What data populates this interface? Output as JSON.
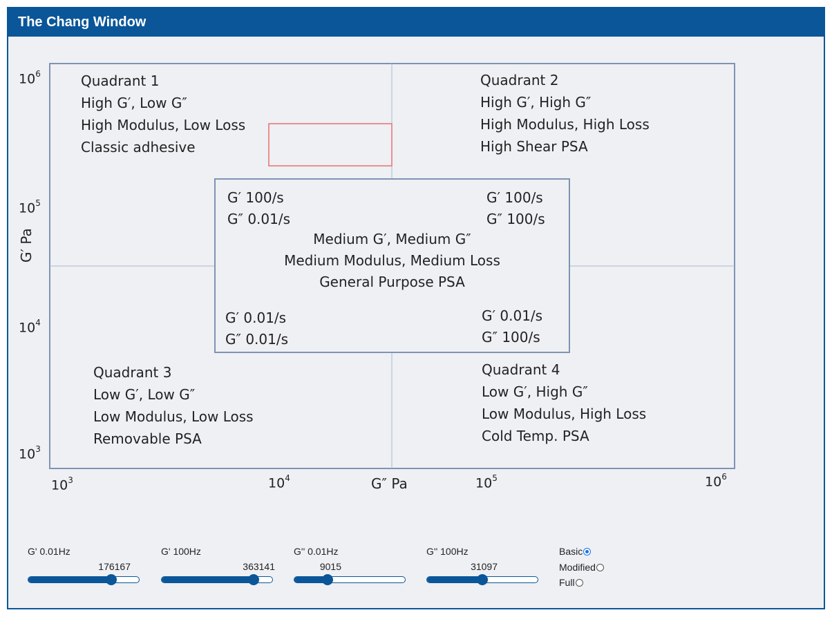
{
  "window": {
    "title": "The Chang Window"
  },
  "chart_data": {
    "type": "diagram",
    "x_axis": {
      "label": "G″ Pa",
      "ticks": [
        "10",
        "10",
        "10",
        "10"
      ],
      "exponents": [
        "3",
        "4",
        "5",
        "6"
      ],
      "scale": "log",
      "range": [
        1000,
        1000000
      ]
    },
    "y_axis": {
      "label": "G′ Pa",
      "ticks": [
        "10",
        "10",
        "10",
        "10"
      ],
      "exponents": [
        "6",
        "5",
        "4",
        "3"
      ],
      "scale": "log",
      "range": [
        1000,
        1000000
      ]
    },
    "quadrants": [
      {
        "lines": [
          "Quadrant 1",
          "High G′, Low G″",
          "High Modulus, Low Loss",
          "Classic adhesive"
        ]
      },
      {
        "lines": [
          "Quadrant 2",
          "High G′, High G″",
          "High Modulus, High Loss",
          "High Shear PSA"
        ]
      },
      {
        "lines": [
          "Quadrant 3",
          "Low G′, Low G″",
          "Low Modulus, Low Loss",
          "Removable PSA"
        ]
      },
      {
        "lines": [
          "Quadrant 4",
          "Low G′, High G″",
          "Low Modulus, High Loss",
          "Cold Temp. PSA"
        ]
      }
    ],
    "center_box": {
      "top_left": [
        "G′ 100/s",
        "G″ 0.01/s"
      ],
      "top_right": [
        "G′ 100/s",
        "G″ 100/s"
      ],
      "middle": [
        "Medium G′, Medium G″",
        "Medium Modulus, Medium Loss",
        "General Purpose PSA"
      ],
      "bottom_left": [
        "G′ 0.01/s",
        "G″ 0.01/s"
      ],
      "bottom_right": [
        "G′ 0.01/s",
        "G″ 100/s"
      ]
    },
    "window_rect": {
      "g1_001": 176167,
      "g1_100": 363141,
      "g2_001": 9015,
      "g2_100": 31097,
      "color": "#e8706e"
    }
  },
  "controls": {
    "sliders": [
      {
        "label": "G' 0.01Hz",
        "value": "176167",
        "fraction": 0.75
      },
      {
        "label": "G' 100Hz",
        "value": "363141",
        "fraction": 0.83
      },
      {
        "label": "G'' 0.01Hz",
        "value": "9015",
        "fraction": 0.3
      },
      {
        "label": "G'' 100Hz",
        "value": "31097",
        "fraction": 0.5
      }
    ],
    "modes": [
      {
        "label": "Basic",
        "checked": true
      },
      {
        "label": "Modified",
        "checked": false
      },
      {
        "label": "Full",
        "checked": false
      }
    ]
  },
  "colors": {
    "brand": "#0a5699",
    "background": "#eef0f4",
    "window_box": "#e8706e",
    "frame": "#7f93b3"
  }
}
